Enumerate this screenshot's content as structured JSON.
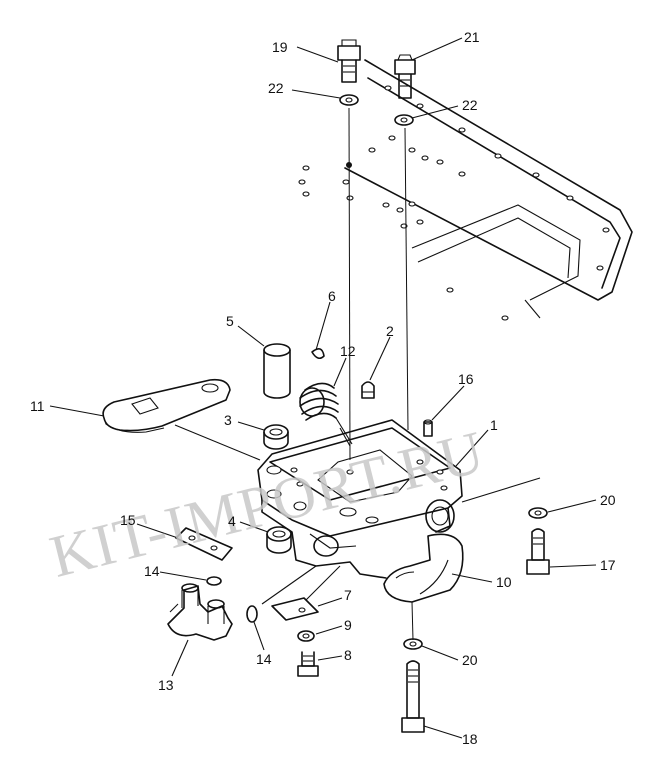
{
  "watermark": "KIT-IMPORT.RU",
  "callouts": [
    {
      "id": "c19",
      "label": "19"
    },
    {
      "id": "c21",
      "label": "21"
    },
    {
      "id": "c22a",
      "label": "22"
    },
    {
      "id": "c22b",
      "label": "22"
    },
    {
      "id": "c6",
      "label": "6"
    },
    {
      "id": "c5",
      "label": "5"
    },
    {
      "id": "c2",
      "label": "2"
    },
    {
      "id": "c12",
      "label": "12"
    },
    {
      "id": "c16",
      "label": "16"
    },
    {
      "id": "c11",
      "label": "11"
    },
    {
      "id": "c3",
      "label": "3"
    },
    {
      "id": "c1",
      "label": "1"
    },
    {
      "id": "c20a",
      "label": "20"
    },
    {
      "id": "c15",
      "label": "15"
    },
    {
      "id": "c4",
      "label": "4"
    },
    {
      "id": "c17",
      "label": "17"
    },
    {
      "id": "c14a",
      "label": "14"
    },
    {
      "id": "c10",
      "label": "10"
    },
    {
      "id": "c7",
      "label": "7"
    },
    {
      "id": "c9",
      "label": "9"
    },
    {
      "id": "c14b",
      "label": "14"
    },
    {
      "id": "c8",
      "label": "8"
    },
    {
      "id": "c20b",
      "label": "20"
    },
    {
      "id": "c13",
      "label": "13"
    },
    {
      "id": "c18",
      "label": "18"
    }
  ]
}
